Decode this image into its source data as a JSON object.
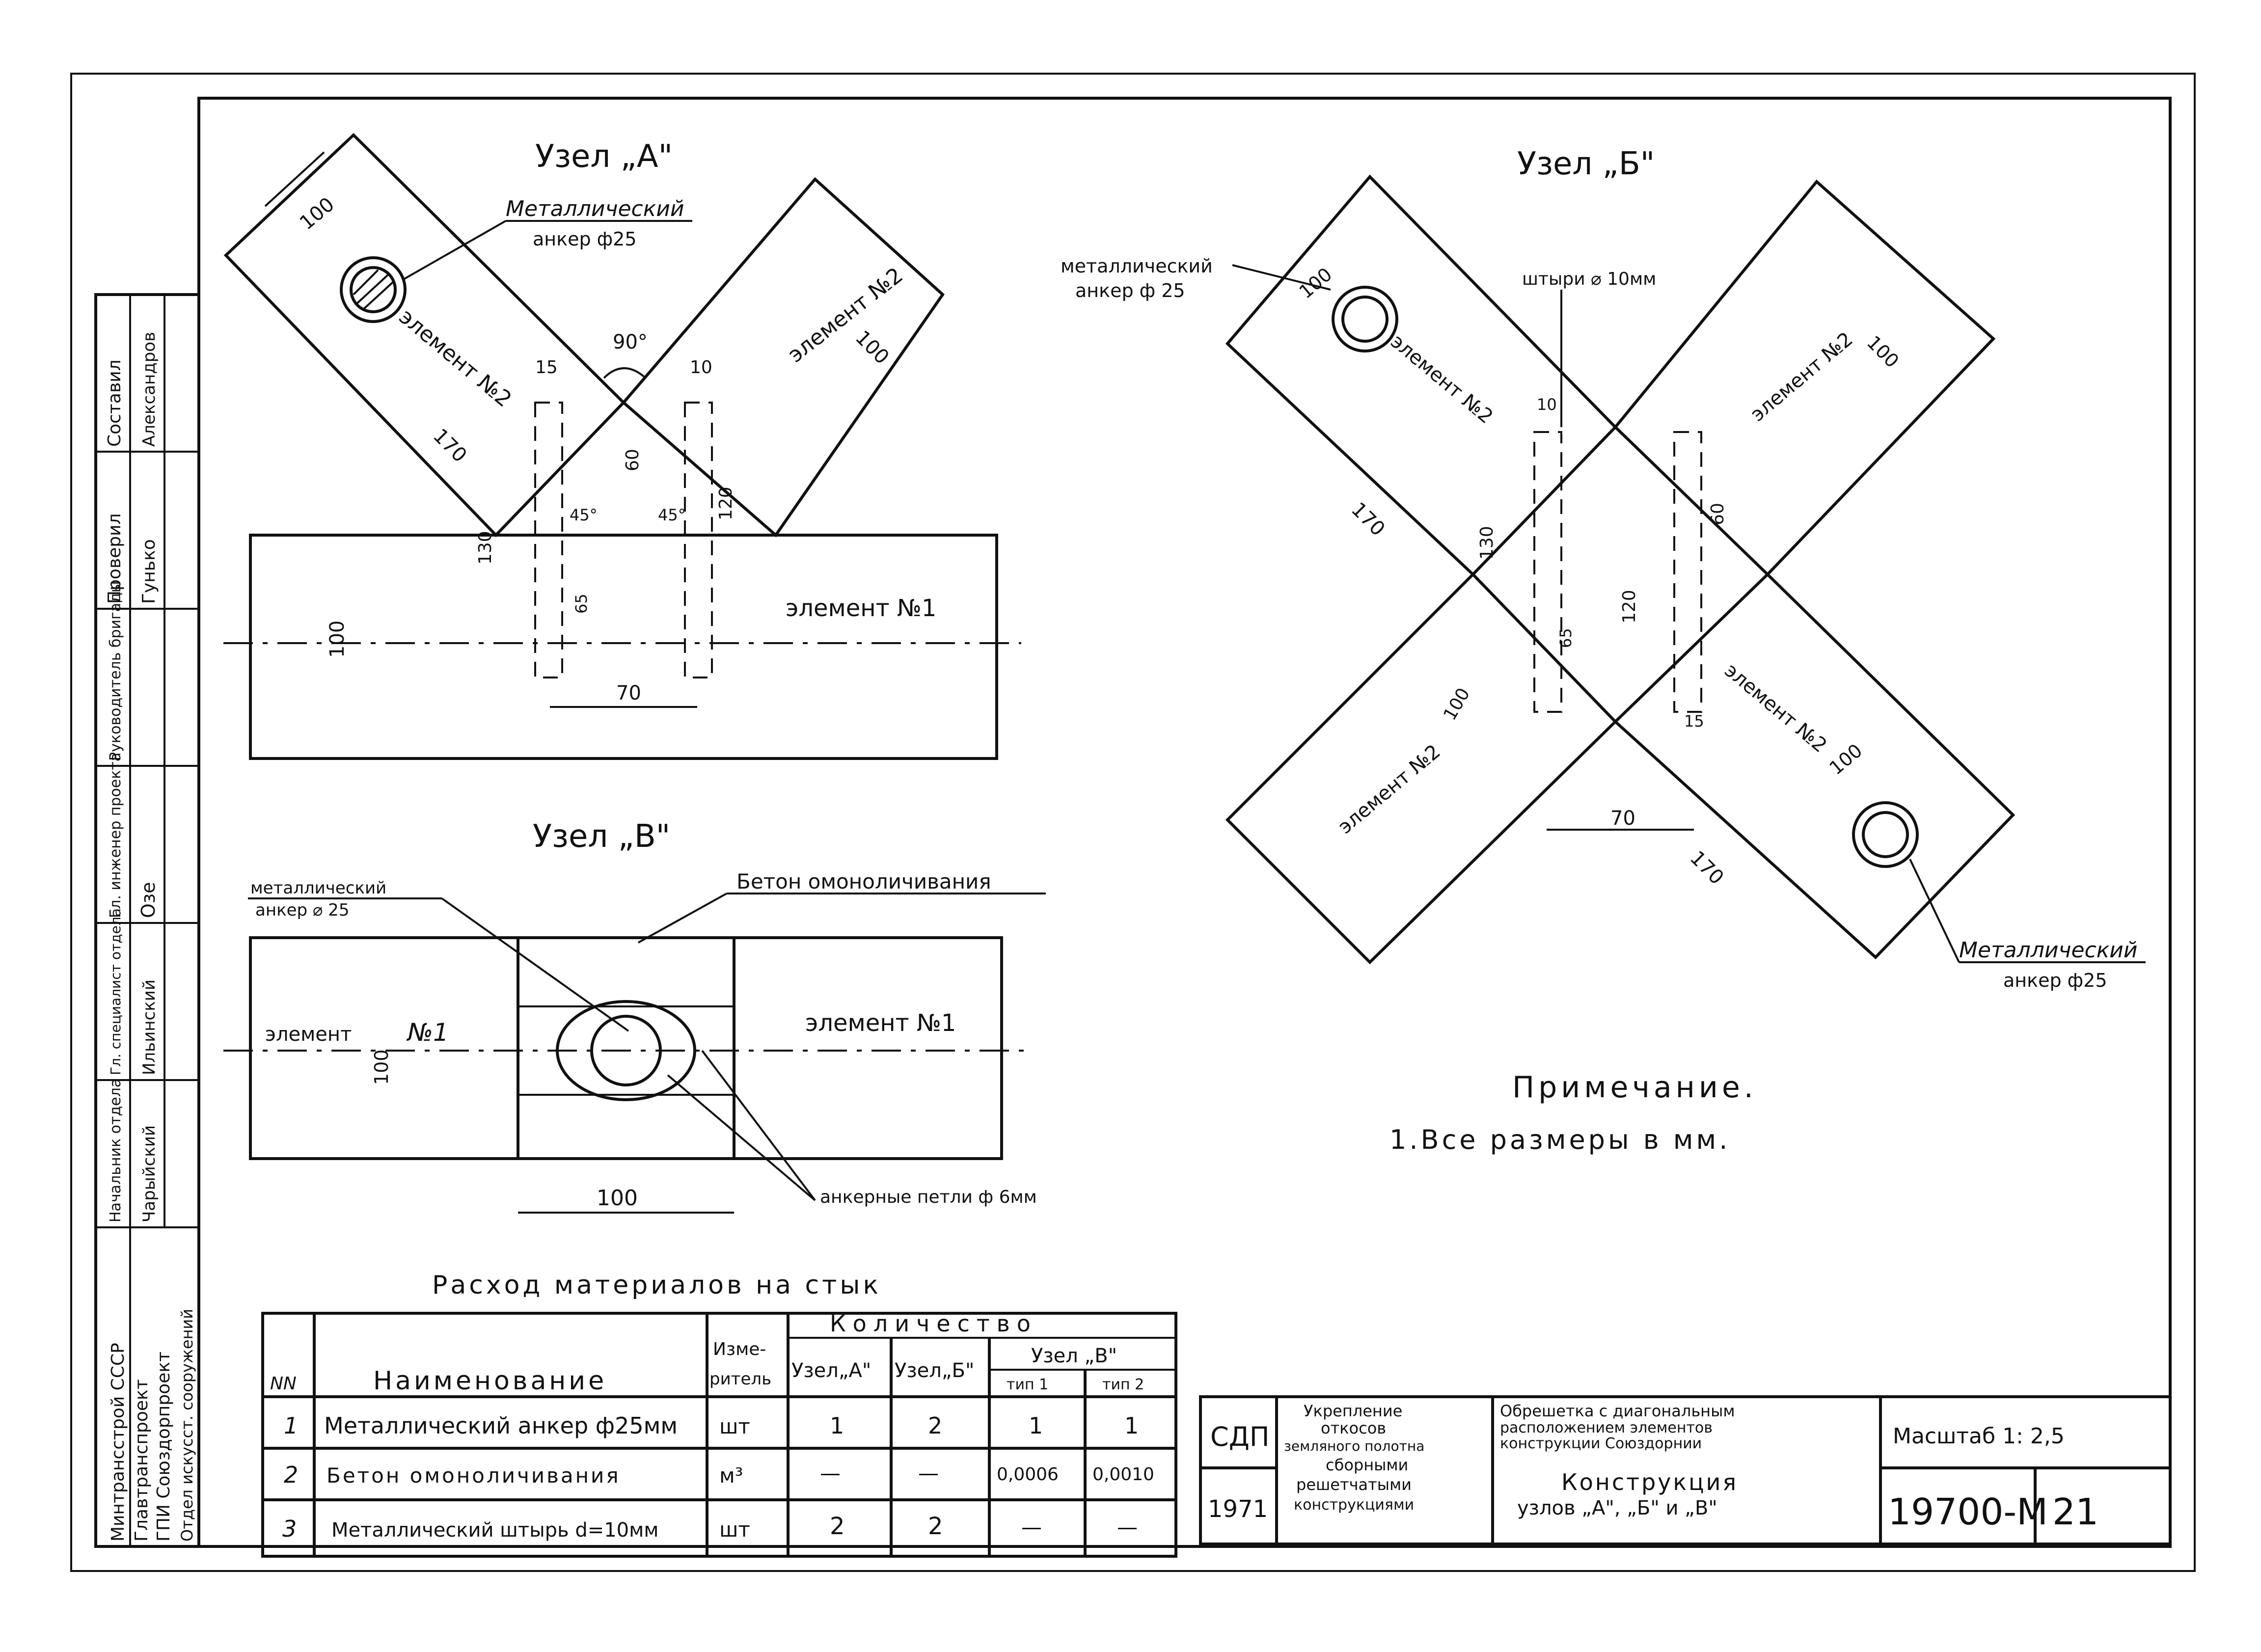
{
  "node_a": {
    "title": "Узел „А\"",
    "anchor_label_1": "Металлический",
    "anchor_label_2": "анкер ф25",
    "element_2_left": "элемент №2",
    "element_2_right": "элемент №2",
    "element_1": "элемент №1",
    "angle": "90°",
    "angle_45_left": "45°",
    "angle_45_right": "45°",
    "dims": {
      "d100_left": "100",
      "d100_right": "100",
      "d15": "15",
      "d10": "10",
      "d170": "170",
      "d60": "60",
      "d120": "120",
      "d130": "130",
      "d65": "65",
      "d100_base": "100",
      "d70": "70"
    }
  },
  "node_b": {
    "title": "Узел „Б\"",
    "anchor_label_1": "металлический",
    "anchor_label_2": "анкер ф 25",
    "pins_label": "штыри ⌀ 10мм",
    "element_2_ul": "элемент №2",
    "element_2_ur": "элемент №2",
    "element_2_ll": "элемент №2",
    "element_2_lr": "элемент №2",
    "anchor2_label_1": "Металлический",
    "anchor2_label_2": "анкер ф25",
    "dims": {
      "d100_ul": "100",
      "d100_ur": "100",
      "d100_ll": "100",
      "d100_lr": "100",
      "d170_ul": "170",
      "d170_lr": "170",
      "d10": "10",
      "d130": "130",
      "d60": "60",
      "d120": "120",
      "d65": "65",
      "d15": "15",
      "d70": "70"
    }
  },
  "node_v": {
    "title": "Узел „В\"",
    "anchor_label_1": "металлический",
    "anchor_label_2": "анкер ⌀ 25",
    "concrete_label": "Бетон омоноличивания",
    "element_left": "элемент",
    "element_left_no": "№1",
    "element_right": "элемент №1",
    "loops_label": "анкерные петли ф 6мм",
    "dims": {
      "d100_v": "100",
      "d100_h": "100"
    }
  },
  "note": {
    "title": "Примечание.",
    "line_1": "1.Все размеры в мм."
  },
  "materials": {
    "title": "Расход материалов на стык",
    "headers": {
      "nn": "NN",
      "name": "Наименование",
      "unit_1": "Изме-",
      "unit_2": "ритель",
      "qty": "Количество",
      "node_a": "Узел„А\"",
      "node_b": "Узел„Б\"",
      "node_v": "Узел „В\"",
      "type1": "тип 1",
      "type2": "тип 2"
    },
    "rows": [
      {
        "nn": "1",
        "name": "Металлический анкер ф25мм",
        "unit": "шт",
        "a": "1",
        "b": "2",
        "v1": "1",
        "v2": "1"
      },
      {
        "nn": "2",
        "name": "Бетон омоноличивания",
        "unit": "м³",
        "a": "—",
        "b": "—",
        "v1": "0,0006",
        "v2": "0,0010"
      },
      {
        "nn": "3",
        "name": "Металлический штырь d=10мм",
        "unit": "шт",
        "a": "2",
        "b": "2",
        "v1": "—",
        "v2": "—"
      }
    ]
  },
  "stamp": {
    "org_code": "СДП",
    "year": "1971",
    "subject_1": "Укрепление",
    "subject_2": "откосов",
    "subject_3": "земляного полотна",
    "subject_4": "сборными",
    "subject_5": "решетчатыми",
    "subject_6": "конструкциями",
    "work_1": "Обрешетка с диагональным",
    "work_2": "расположением элементов",
    "work_3": "конструкции Союздорнии",
    "sheet_title_1": "Конструкция",
    "sheet_title_2": "узлов „А\", „Б\" и „В\"",
    "scale": "Масштаб 1: 2,5",
    "doc_no": "19700-М",
    "sheet_no": "21"
  },
  "side_stamp": {
    "org_1": "Минтрансстрой СССР",
    "org_2": "Главтранспроект",
    "org_3": "ГПИ Союздорпроект",
    "org_4": "Отдел искусст. сооружений",
    "rows": [
      {
        "role": "Составил",
        "name": "Александров"
      },
      {
        "role": "Проверил",
        "name": "Гунько"
      },
      {
        "role": "Руководитель бригады",
        "name": ""
      },
      {
        "role": "Гл. инженер проекта",
        "name": "Озе"
      },
      {
        "role": "Гл. специалист отдела",
        "name": "Ильинский"
      },
      {
        "role": "Начальник отдела",
        "name": "Чарыйский"
      }
    ]
  }
}
